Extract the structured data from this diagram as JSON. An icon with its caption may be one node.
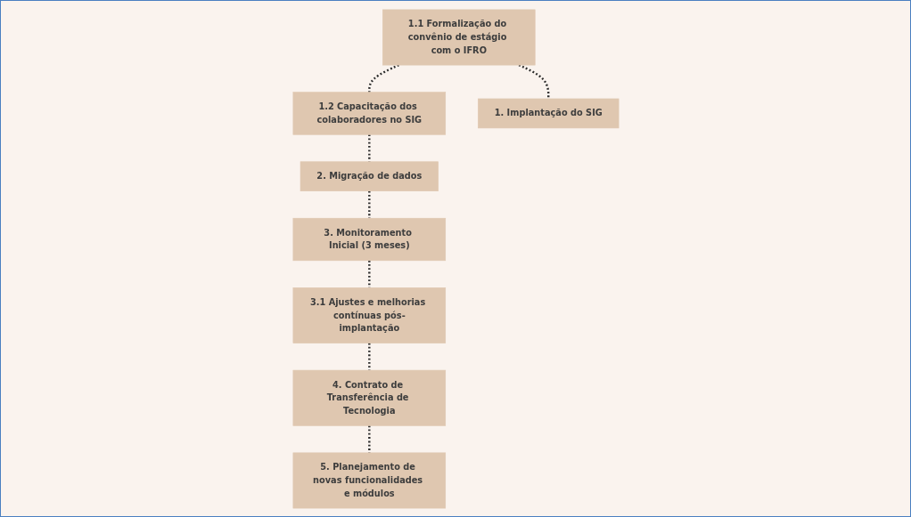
{
  "diagram": {
    "nodes": [
      {
        "text": [
          "1.1 Formalização do convênio de estágio com o IFRO"
        ]
      },
      {
        "text": [
          "1.2 Capacitação dos colaboradores no SIG"
        ]
      },
      {
        "text": [
          "5. Planejamento de novas funcionalidades e módulos"
        ]
      },
      {
        "text": [
          "2. Migração de dados"
        ]
      },
      {
        "text": [
          "4. Contrato de Transferência de Tecnologia"
        ]
      },
      {
        "text": [
          "1. Implantação do SIG"
        ]
      },
      {
        "text": [
          "3. Monitoramento Inicial (3 meses)"
        ]
      },
      {
        "text": [
          "3.1 Ajustes e melhorias contínuas pós-implantação"
        ]
      }
    ],
    "edges": [
      {
        "from": 0,
        "to": 5,
        "arrow": "none",
        "style": "dashed"
      },
      {
        "from": 0,
        "to": 1,
        "arrow": "none",
        "style": "dashed"
      },
      {
        "from": 1,
        "to": 3,
        "arrow": "none",
        "style": "dashed"
      },
      {
        "from": 3,
        "to": 6,
        "arrow": "none",
        "style": "dashed"
      },
      {
        "from": 6,
        "to": 7,
        "arrow": "none",
        "style": "dashed"
      },
      {
        "from": 7,
        "to": 4,
        "arrow": "none",
        "style": "dashed"
      },
      {
        "from": 4,
        "to": 2,
        "arrow": "none",
        "style": "dashed"
      }
    ]
  }
}
